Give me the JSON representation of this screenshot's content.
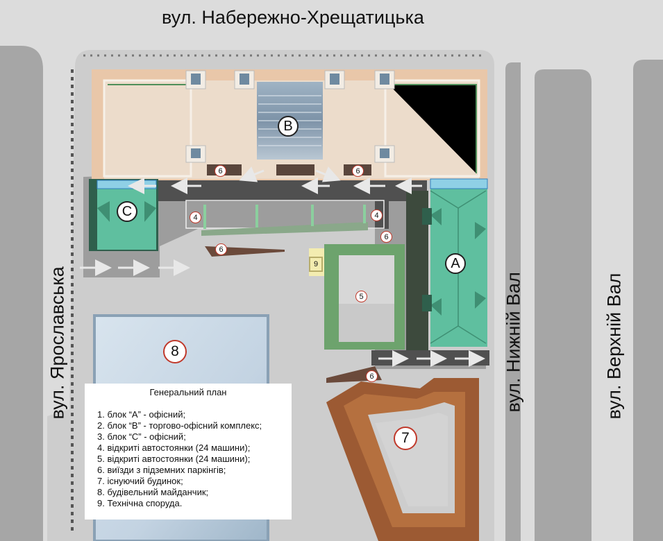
{
  "streets": {
    "top": "вул. Набережно-Хрещатицька",
    "left": "вул. Ярославська",
    "right_inner": "вул. Нижній Вал",
    "right_outer": "вул. Верхній Вал"
  },
  "labels": {
    "block_a": "A",
    "block_b": "B",
    "block_c": "C",
    "parking_open_1": "4",
    "parking_open_2": "4",
    "parking_open_3": "5",
    "exit_1": "6",
    "exit_2": "6",
    "exit_3": "6",
    "exit_4": "6",
    "exit_5": "6",
    "existing_building": "7",
    "construction_site": "8",
    "technical_building": "9"
  },
  "legend": {
    "title": "Генеральний план",
    "items": [
      "1. блок “А” -  офісний;",
      "2. блок “В” - торгово-офісний комплекс;",
      "3. блок “С” - офісний;",
      "4. відкриті автостоянки (24 машини);",
      "5. відкриті автостоянки (24 машини);",
      "6. виїзди з підземних паркінгів;",
      "7. існуючий будинок;",
      "8. будівельний майданчик;",
      "9. Технічна споруда."
    ]
  },
  "colors": {
    "street": "#a6a6a6",
    "plot": "#cfcfcf",
    "road": "#555555",
    "block_b_roof": "#ecdccb",
    "glass_atrium": "#8fa6b8",
    "green_roof": "#5fbf9f",
    "existing_roof": "#9c5a33",
    "construction": "#c7d7e6",
    "lawn": "#6da36d",
    "marker_border": "#c0392b"
  }
}
